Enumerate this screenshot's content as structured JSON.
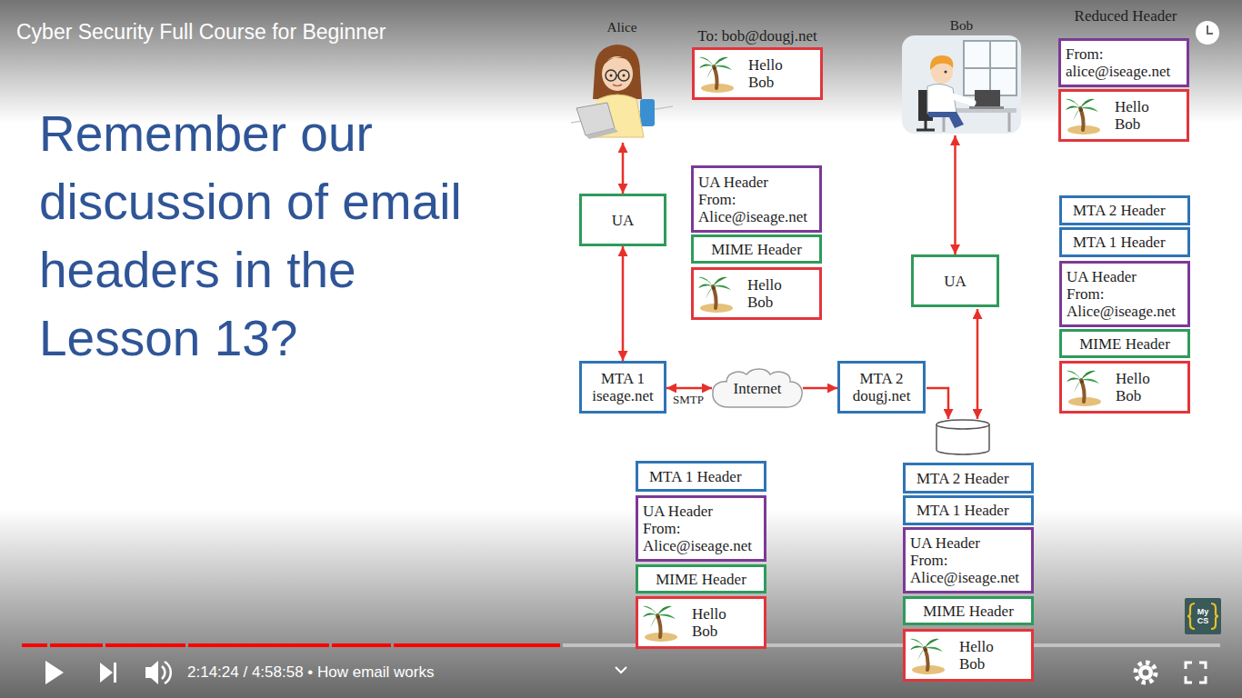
{
  "diagram": {
    "title": "Remember our discussion of email headers in the Lesson 13?",
    "nodes": [
      {
        "text": [
          "Alice"
        ]
      },
      {
        "text": [
          "To: bob@dougj.net",
          "Hello Bob"
        ]
      },
      {
        "text": [
          "Bob"
        ]
      },
      {
        "text": [
          "From: alice@iseage.net"
        ]
      },
      {
        "text": [
          "Hello Bob"
        ]
      },
      {
        "text": [
          "UA"
        ]
      },
      {
        "text": [
          "UA Header",
          "From: Alice@iseage.net"
        ]
      },
      {
        "text": [
          "MIME Header"
        ]
      },
      {
        "text": [
          "Hello Bob"
        ]
      },
      {
        "text": [
          "UA"
        ]
      },
      {
        "text": [
          "MTA 2 Header"
        ]
      },
      {
        "text": [
          "MTA 1 Header"
        ]
      },
      {
        "text": [
          "UA Header",
          "From: Alice@iseage.net"
        ]
      },
      {
        "text": [
          "MIME Header"
        ]
      },
      {
        "text": [
          "Hello Bob"
        ]
      },
      {
        "text": [
          "MTA 1 iseage.net"
        ]
      },
      {
        "text": [
          "Internet"
        ]
      },
      {
        "text": [
          "MTA 2 dougj.net"
        ]
      },
      {
        "text": [
          "MTA 1 Header"
        ]
      },
      {
        "text": [
          "UA Header",
          "From: Alice@iseage.net"
        ]
      },
      {
        "text": [
          "MIME Header"
        ]
      },
      {
        "text": [
          "Hello Bob"
        ]
      },
      {
        "text": [
          "MTA 2 Header"
        ]
      },
      {
        "text": [
          "MTA 1 Header"
        ]
      },
      {
        "text": [
          "UA Header",
          "From: Alice@iseage.net"
        ]
      },
      {
        "text": [
          "MIME Header"
        ]
      },
      {
        "text": [
          "Hello Bob"
        ]
      }
    ],
    "edges": [
      {
        "from": 0,
        "to": 5,
        "arrow": "both"
      },
      {
        "from": 5,
        "to": 15,
        "arrow": "both"
      },
      {
        "from": 15,
        "to": 16,
        "label": "SMTP",
        "arrow": "both"
      },
      {
        "from": 16,
        "to": 17,
        "arrow": "to"
      },
      {
        "from": 9,
        "to": 2,
        "arrow": "both"
      }
    ],
    "labels": [
      "Cyber Security Full Course for Beginner",
      "Reduced Header",
      "2:14:24 / 4:58:58 • How email works",
      "My CS"
    ]
  }
}
